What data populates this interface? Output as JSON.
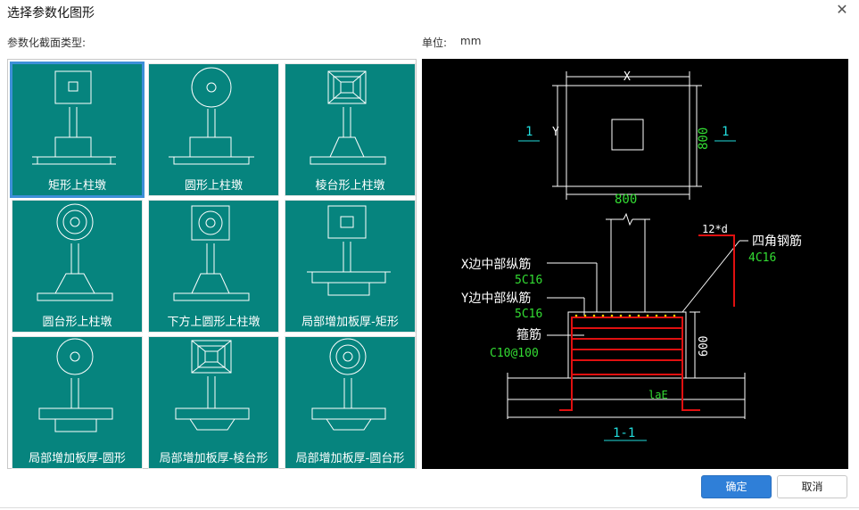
{
  "dialog": {
    "title": "选择参数化图形",
    "section_label": "参数化截面类型:",
    "unit_label": "单位:",
    "unit_value": "mm"
  },
  "tiles": [
    {
      "label": "矩形上柱墩",
      "selected": true
    },
    {
      "label": "圆形上柱墩",
      "selected": false
    },
    {
      "label": "棱台形上柱墩",
      "selected": false
    },
    {
      "label": "圆台形上柱墩",
      "selected": false
    },
    {
      "label": "下方上圆形上柱墩",
      "selected": false
    },
    {
      "label": "局部增加板厚-矩形",
      "selected": false
    },
    {
      "label": "局部增加板厚-圆形",
      "selected": false
    },
    {
      "label": "局部增加板厚-棱台形",
      "selected": false
    },
    {
      "label": "局部增加板厚-圆台形",
      "selected": false
    }
  ],
  "preview": {
    "dim_x": "X",
    "dim_y": "Y",
    "dim_bottom": "800",
    "dim_right": "800",
    "sec_mark_left": "1",
    "sec_mark_right": "1",
    "x_rebar_label": "X边中部纵筋",
    "x_rebar_value": "5C16",
    "y_rebar_label": "Y边中部纵筋",
    "y_rebar_value": "5C16",
    "stirrup_label": "箍筋",
    "stirrup_value": "C10@100",
    "corner_label": "四角钢筋",
    "corner_value": "4C16",
    "hook_label": "12*d",
    "height_label": "600",
    "anchor_label": "laE",
    "section_title": "1-1"
  },
  "buttons": {
    "ok": "确定",
    "cancel": "取消"
  },
  "colors": {
    "tile_bg": "#06847e",
    "select_outline": "#3d8fd8",
    "preview_bg": "#000000",
    "ok_bg": "#2f7fd8",
    "rebar_red": "#e01010",
    "dim_green": "#33dd33",
    "mark_cyan": "#22dddd"
  }
}
